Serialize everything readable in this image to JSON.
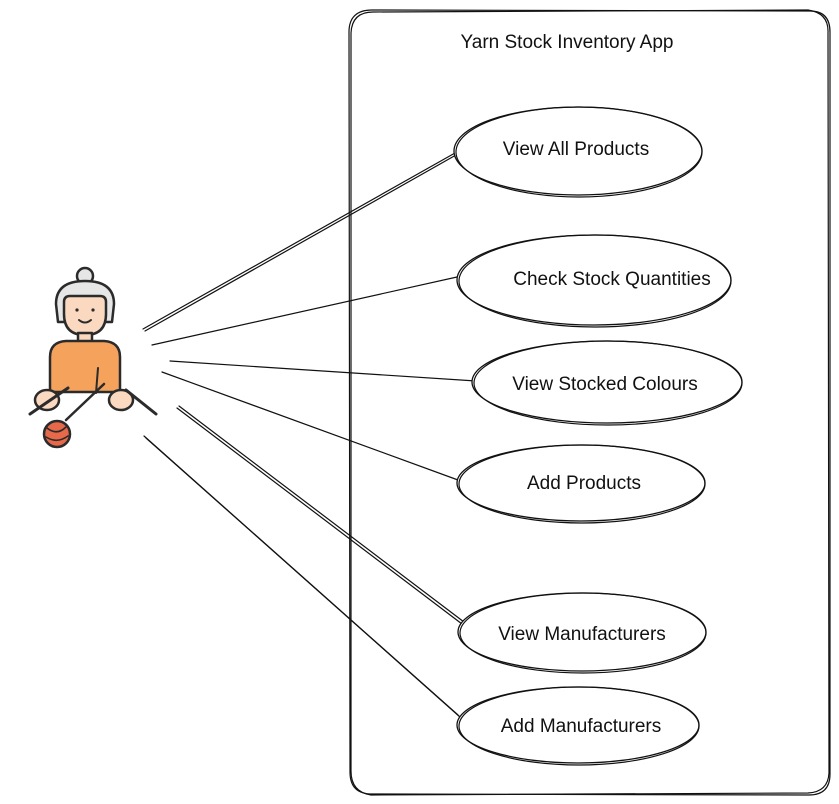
{
  "system": {
    "title": "Yarn Stock Inventory App"
  },
  "actor": {
    "icon": "knitting-person-icon",
    "colors": {
      "shirt": "#F5A25D",
      "yarn": "#E8694A",
      "skin": "#FBD9C0",
      "hair": "#E6E6E6"
    }
  },
  "use_cases": [
    {
      "id": "view-all-products",
      "label": "View All Products"
    },
    {
      "id": "check-stock-quantities",
      "label": "Check Stock Quantities"
    },
    {
      "id": "view-stocked-colours",
      "label": "View Stocked Colours"
    },
    {
      "id": "add-products",
      "label": "Add Products"
    },
    {
      "id": "view-manufacturers",
      "label": "View Manufacturers"
    },
    {
      "id": "add-manufacturers",
      "label": "Add Manufacturers"
    }
  ]
}
